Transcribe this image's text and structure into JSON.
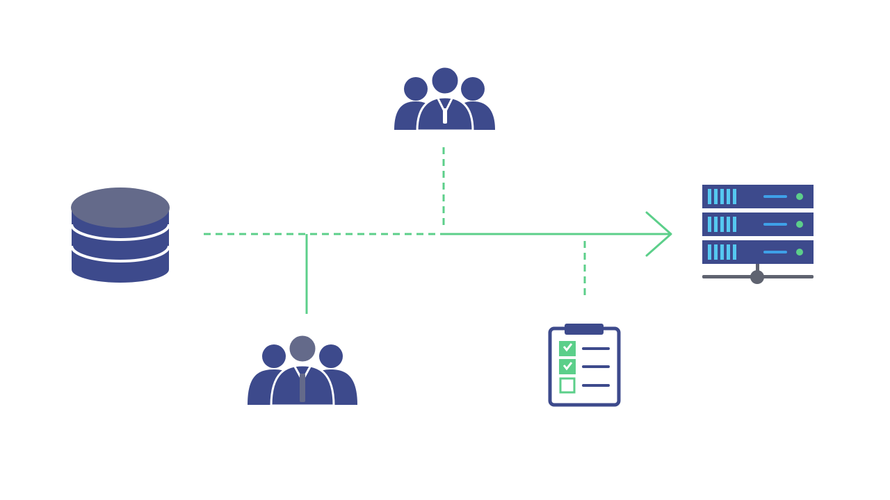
{
  "colors": {
    "background": "#ffffff",
    "navy": "#3d4a8c",
    "slate": "#646a8a",
    "green": "#5ccf8a",
    "server_cyan": "#55c8f0",
    "server_blue": "#3ea0e8",
    "server_led": "#5ccf8a",
    "server_base": "#5f6370"
  },
  "nodes": [
    {
      "id": "database",
      "icon": "database-icon"
    },
    {
      "id": "team-top",
      "icon": "team-icon"
    },
    {
      "id": "team-bottom",
      "icon": "team-icon"
    },
    {
      "id": "checklist",
      "icon": "clipboard-checklist-icon"
    },
    {
      "id": "server",
      "icon": "server-rack-icon"
    }
  ],
  "connectors": [
    {
      "from": "database",
      "to": "main-line",
      "style": "dashed"
    },
    {
      "from": "team-top",
      "to": "main-line",
      "style": "dashed"
    },
    {
      "from": "team-bottom",
      "to": "main-line",
      "style": "solid"
    },
    {
      "from": "checklist",
      "to": "main-line",
      "style": "dashed"
    },
    {
      "from": "main-line",
      "to": "server",
      "style": "solid-arrow"
    }
  ]
}
